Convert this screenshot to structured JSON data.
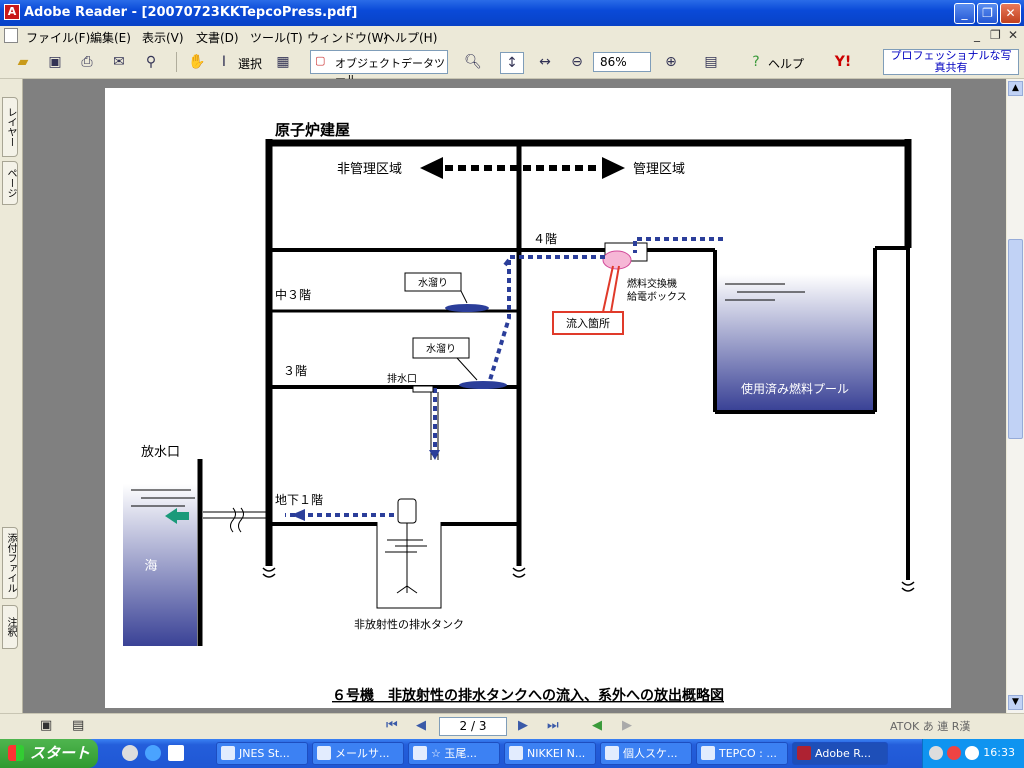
{
  "window": {
    "title": "Adobe Reader - [20070723KKTepcoPress.pdf]"
  },
  "menu": {
    "items": [
      "ファイル(F)",
      "編集(E)",
      "表示(V)",
      "文書(D)",
      "ツール(T)",
      "ウィンドウ(W)",
      "ヘルプ(H)"
    ]
  },
  "toolbar": {
    "select_label": "選択",
    "object_tool_label": "オブジェクトデータツール",
    "zoom_value": "86%",
    "help_label": "ヘルプ",
    "ad_line1": "プロフェッショナルな写",
    "ad_line2": "真共有"
  },
  "side_tabs": [
    "レイヤー",
    "ページ",
    "添付ファイル",
    "注釈"
  ],
  "diagram": {
    "building_label": "原子炉建屋",
    "non_controlled_area": "非管理区域",
    "controlled_area": "管理区域",
    "floor_4": "４階",
    "floor_m3": "中３階",
    "floor_3": "３階",
    "floor_b1": "地下１階",
    "puddle_1": "水溜り",
    "puddle_2": "水溜り",
    "drain_port": "排水口",
    "fuel_box_line1": "燃料交換機",
    "fuel_box_line2": "給電ボックス",
    "inflow_point": "流入箇所",
    "spent_fuel_pool": "使用済み燃料プール",
    "outlet": "放水口",
    "sea": "海",
    "drain_tank": "非放射性の排水タンク",
    "caption": "６号機　非放射性の排水タンクへの流入、系外への放出概略図"
  },
  "status": {
    "page": "2 / 3"
  },
  "taskbar": {
    "start_label": "スタート",
    "tasks": [
      "JNES St...",
      "メールサ...",
      "☆ 玉尾...",
      "NIKKEI N...",
      "個人スケ...",
      "TEPCO : ...",
      "Adobe R..."
    ],
    "clock": "16:33"
  },
  "colors": {
    "accent_blue": "#2b3e9a",
    "pool_dark": "#3a4296",
    "inflow_red": "#e03a2a",
    "arrow_green": "#1a9a7a"
  }
}
